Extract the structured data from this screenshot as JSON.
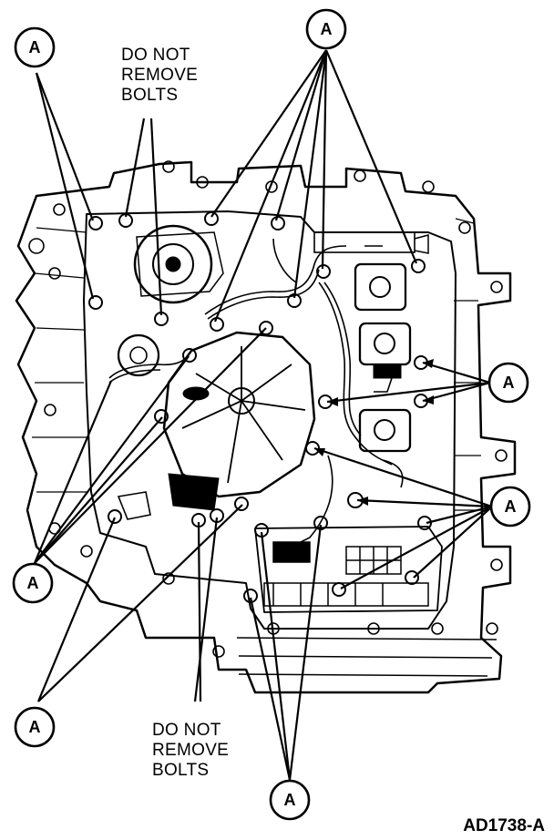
{
  "callout_letter": "A",
  "warning_lines": [
    "DO NOT",
    "REMOVE",
    "BOLTS"
  ],
  "figure_id": "AD1738-A",
  "colors": {
    "ink": "#000000",
    "paper": "#ffffff",
    "shade": "#d8d8d8"
  }
}
